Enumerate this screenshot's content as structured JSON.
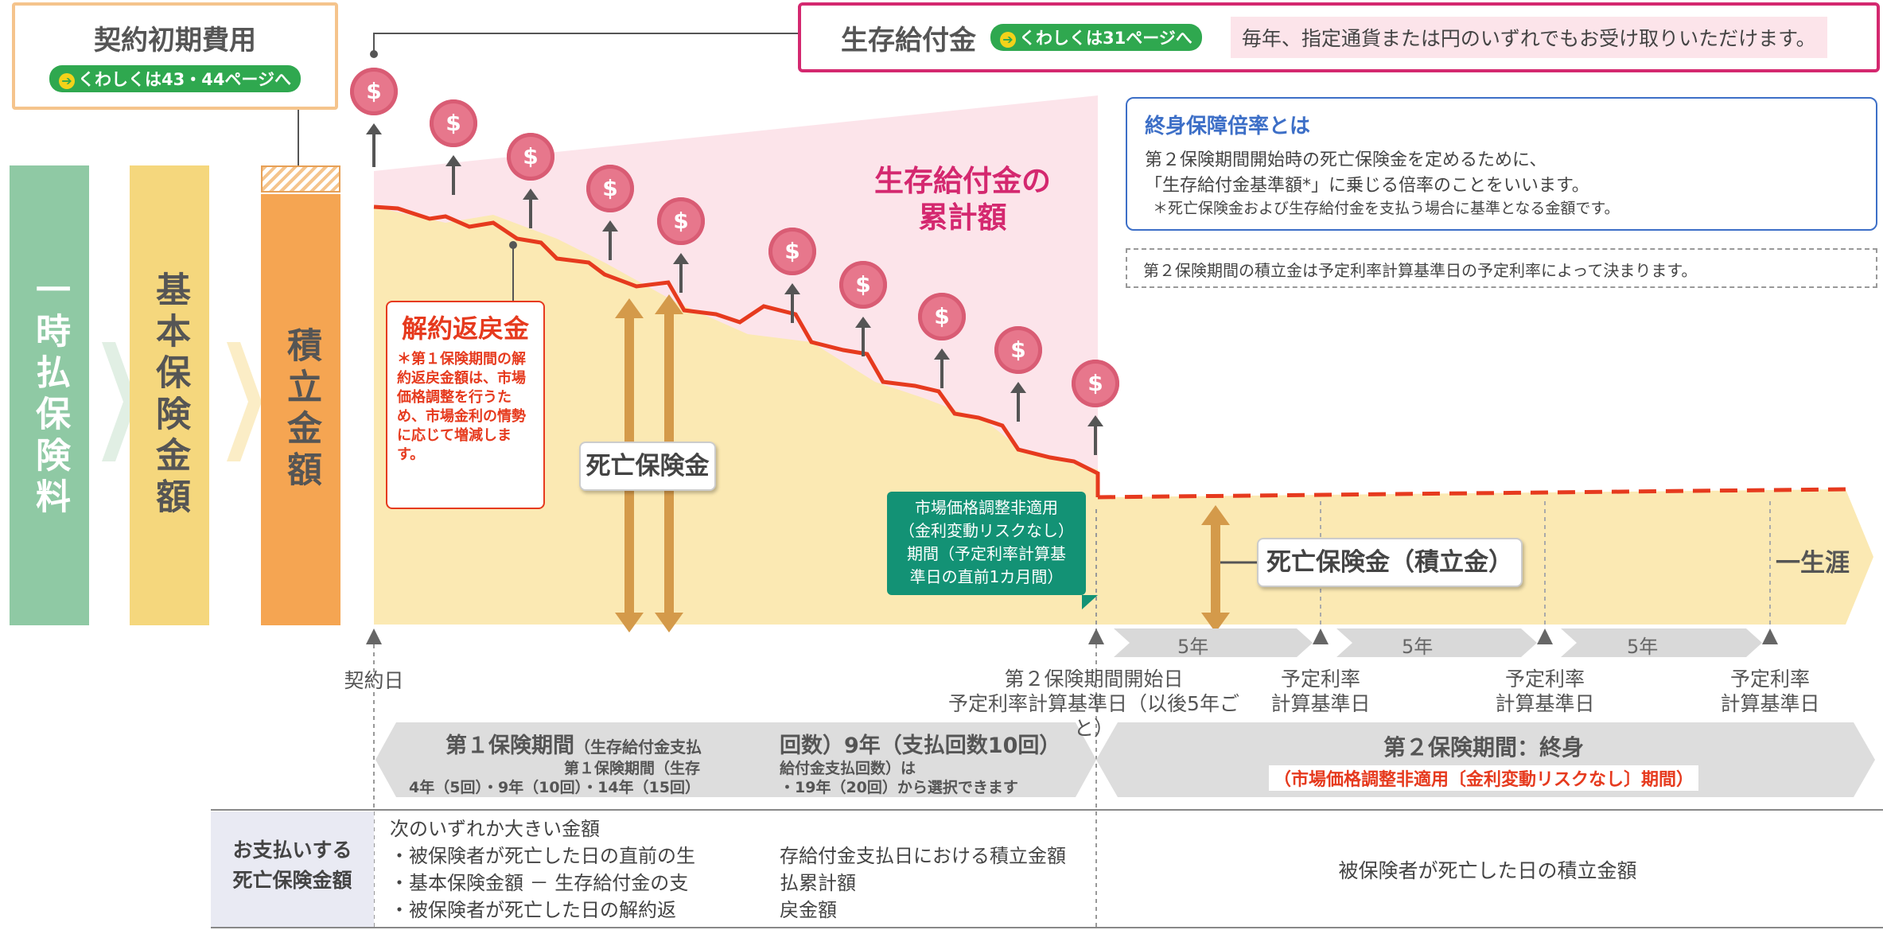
{
  "left_bars": {
    "premium": "一時払保険料",
    "base_amount": "基本保険金額",
    "accum": "積立金額"
  },
  "initial_cost": {
    "title": "契約初期費用",
    "link": "くわしくは43・44ページへ"
  },
  "survival_benefit": {
    "title": "生存給付金",
    "link": "くわしくは31ページへ",
    "note": "毎年、指定通貨または円のいずれでもお受け取りいただけます。"
  },
  "lifetime_ratio": {
    "title": "終身保障倍率とは",
    "line1": "第２保険期間開始時の死亡保険金を定めるために、",
    "line2": "「生存給付金基準額*」に乗じる倍率のことをいいます。",
    "line3": "＊死亡保険金および生存給付金を支払う場合に基準となる金額です。"
  },
  "rate_note": "第２保険期間の積立金は予定利率計算基準日の予定利率によって決まります。",
  "cumulative_label": [
    "生存給付金の",
    "累計額"
  ],
  "surrender": {
    "title": "解約返戻金",
    "note": "＊第１保険期間の解約返戻金額は、市場価格調整を行うため、市場金利の情勢に応じて増減します。"
  },
  "death_benefit": "死亡保険金",
  "death_benefit2": "死亡保険金（積立金）",
  "lifetime": "一生涯",
  "mva_box": [
    "市場価格調整非適用",
    "（金利変動リスクなし）",
    "期間（予定利率計算基",
    "準日の直前1カ月間）"
  ],
  "coin_symbol": "$",
  "timeline": {
    "contract_day": "契約日",
    "start2_line1": "第２保険期間開始日",
    "start2_line2": "予定利率計算基準日（以後5年ごと）",
    "rate_day_l1": "予定利率",
    "rate_day_l2": "計算基準日",
    "five_years": "5年"
  },
  "period1": {
    "title_a": "第１保険期間",
    "title_b": "（生存給付金支払",
    "title_c": "回数）9年（支払回数10回）",
    "line2a": "第１保険期間（生存",
    "line2b": "給付金支払回数）は",
    "line3a": "4年（5回）・9年（10回）・14年（15回）",
    "line3b": "・19年（20回）から選択できます"
  },
  "period2": {
    "title": "第２保険期間：終身",
    "sub": "（市場価格調整非適用〔金利変動リスクなし〕期間）"
  },
  "payout": {
    "header": [
      "お支払いする",
      "死亡保険金額"
    ],
    "p1_intro": "次のいずれか大きい金額",
    "p1_a": "・被保険者が死亡した日の直前の生",
    "p1_a2": "存給付金支払日における積立金額",
    "p1_b": "・基本保険金額 － 生存給付金の支",
    "p1_b2": "払累計額",
    "p1_c": "・被保険者が死亡した日の解約返",
    "p1_c2": "戻金額",
    "p2": "被保険者が死亡した日の積立金額"
  },
  "colors": {
    "premium": "#8fc9a4",
    "base": "#f5d77d",
    "accum": "#f5a552",
    "pink": "#d4286f",
    "red": "#e63a1e",
    "cream": "#fbe9b3",
    "blue": "#3d6fc7",
    "teal": "#139275"
  }
}
